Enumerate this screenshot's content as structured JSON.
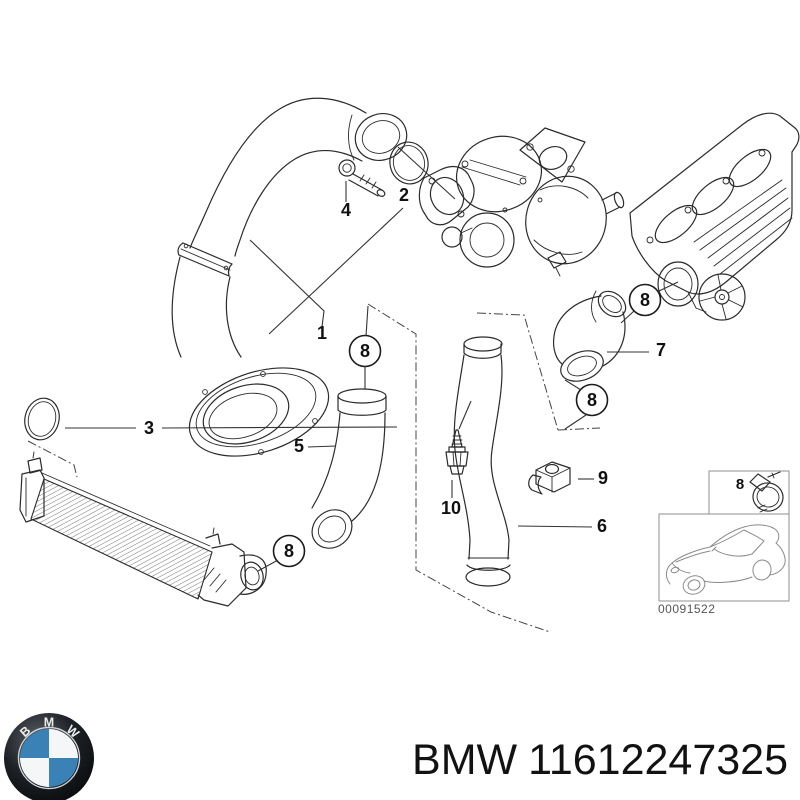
{
  "footer": {
    "brand": "BMW",
    "part_number": "11612247325"
  },
  "inset": {
    "detail_label": "8",
    "image_number": "00091522"
  },
  "logo": {
    "letters": [
      "B",
      "M",
      "W"
    ],
    "blue": "#3a82b6",
    "ring_color": "#141518"
  },
  "colors": {
    "line": "#2b2b2b",
    "label": "#111111",
    "inset_line": "#8f8f8f",
    "inset_text": "#555555",
    "background": "#ffffff"
  },
  "callouts": [
    {
      "label": "1",
      "circled": false
    },
    {
      "label": "2",
      "circled": false
    },
    {
      "label": "3",
      "circled": false
    },
    {
      "label": "4",
      "circled": false
    },
    {
      "label": "5",
      "circled": false
    },
    {
      "label": "6",
      "circled": false
    },
    {
      "label": "7",
      "circled": false
    },
    {
      "label": "8",
      "circled": true
    },
    {
      "label": "8",
      "circled": true
    },
    {
      "label": "8",
      "circled": true
    },
    {
      "label": "8",
      "circled": true
    },
    {
      "label": "9",
      "circled": false
    },
    {
      "label": "10",
      "circled": false
    }
  ]
}
